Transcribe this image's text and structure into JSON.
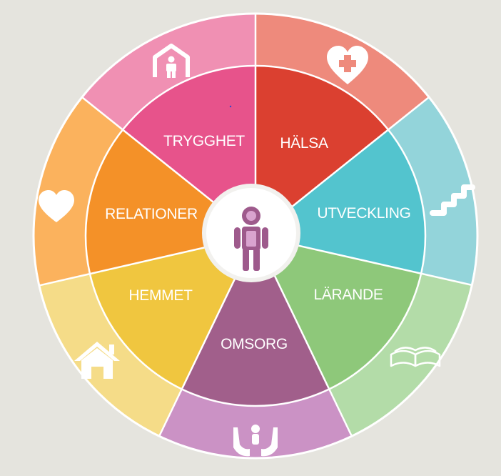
{
  "colors": {
    "background": "#e5e4de",
    "white": "#ffffff",
    "center_icon": "#9e5a8c",
    "center_icon_light": "#d9a3cf"
  },
  "segments": [
    {
      "id": "halsa",
      "label": "HÄLSA",
      "icon": "heart-plus-icon",
      "inner_color": "#db4030",
      "outer_color": "#ee8a7c"
    },
    {
      "id": "utveckling",
      "label": "UTVECKLING",
      "icon": "stairs-icon",
      "inner_color": "#53c4ce",
      "outer_color": "#93d4da"
    },
    {
      "id": "larande",
      "label": "LÄRANDE",
      "icon": "open-book-icon",
      "inner_color": "#8ec87a",
      "outer_color": "#b3dca8"
    },
    {
      "id": "omsorg",
      "label": "OMSORG",
      "icon": "caring-hands-icon",
      "inner_color": "#a15f8b",
      "outer_color": "#cb92c5"
    },
    {
      "id": "hemmet",
      "label": "HEMMET",
      "icon": "house-icon",
      "inner_color": "#f0c63f",
      "outer_color": "#f5dc88"
    },
    {
      "id": "relationer",
      "label": "RELATIONER",
      "icon": "heart-icon",
      "inner_color": "#f49128",
      "outer_color": "#fbb25d"
    },
    {
      "id": "trygghet",
      "label": "TRYGGHET",
      "icon": "sheltered-person-icon",
      "inner_color": "#e7538b",
      "outer_color": "#f090b3"
    }
  ],
  "center": {
    "icon": "child-icon"
  }
}
